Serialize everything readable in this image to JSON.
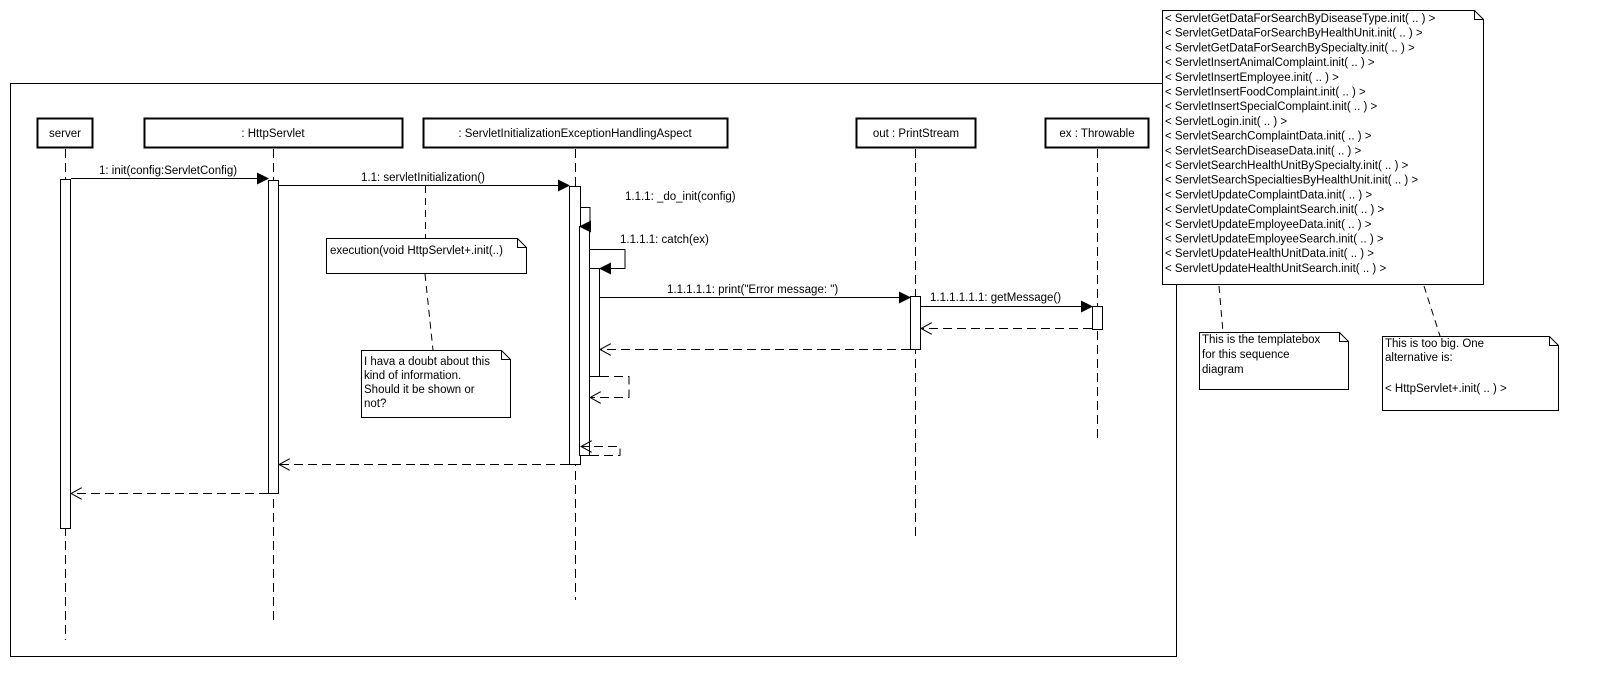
{
  "lifelines": {
    "server": "server",
    "httpservlet": ": HttpServlet",
    "aspect": ": ServletInitializationExceptionHandlingAspect",
    "printstream": "out : PrintStream",
    "throwable": "ex : Throwable"
  },
  "messages": {
    "m1": "1: init(config:ServletConfig)",
    "m1_1": "1.1: servletInitialization()",
    "m1_1_1": "1.1.1: _do_init(config)",
    "m1_1_1_1": "1.1.1.1: catch(ex)",
    "m1_1_1_1_1": "1.1.1.1.1: print(\"Error message: \")",
    "m1_1_1_1_1_1": "1.1.1.1.1.1: getMessage()"
  },
  "notes": {
    "execution": "execution(void HttpServlet+.init(..)",
    "doubt": [
      "I hava a doubt about this",
      "kind of information.",
      "Should it be shown or",
      "not?"
    ],
    "template_list": [
      "< ServletGetDataForSearchByDiseaseType.init( .. ) >",
      "< ServletGetDataForSearchByHealthUnit.init( .. ) >",
      "< ServletGetDataForSearchBySpecialty.init( .. ) >",
      "< ServletInsertAnimalComplaint.init( .. ) >",
      "< ServletInsertEmployee.init( .. ) >",
      "< ServletInsertFoodComplaint.init( .. ) >",
      "< ServletInsertSpecialComplaint.init( .. ) >",
      "< ServletLogin.init( .. ) >",
      "< ServletSearchComplaintData.init( .. ) >",
      "< ServletSearchDiseaseData.init( .. ) >",
      "< ServletSearchHealthUnitBySpecialty.init( .. ) >",
      "< ServletSearchSpecialtiesByHealthUnit.init( .. ) >",
      "< ServletUpdateComplaintData.init( .. ) >",
      "< ServletUpdateComplaintSearch.init( .. ) >",
      "< ServletUpdateEmployeeData.init( .. ) >",
      "< ServletUpdateEmployeeSearch.init( .. ) >",
      "< ServletUpdateHealthUnitData.init( .. ) >",
      "< ServletUpdateHealthUnitSearch.init( .. ) >"
    ],
    "templatebox": [
      "This is the templatebox",
      "for this sequence",
      "diagram"
    ],
    "too_big": [
      "This is too big. One",
      "alternative is:",
      "",
      "< HttpServlet+.init( .. ) >"
    ]
  }
}
